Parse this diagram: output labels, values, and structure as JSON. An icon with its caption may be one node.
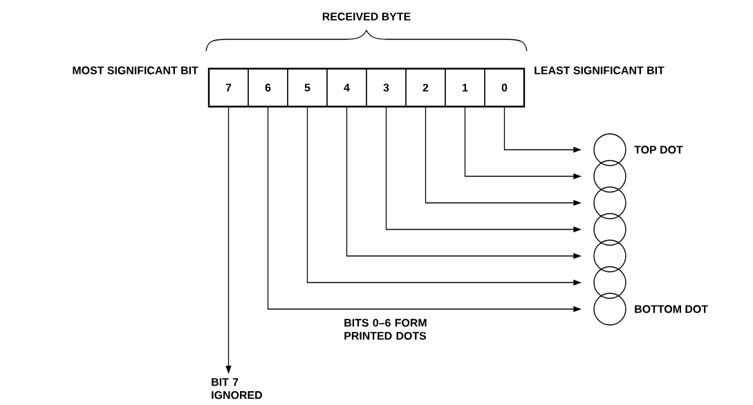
{
  "diagram": {
    "nodes": [
      {
        "text": [],
        "shape": "box"
      },
      {
        "text": [
          "7"
        ],
        "in": 0
      },
      {
        "text": [
          "6"
        ],
        "in": 0
      },
      {
        "text": [
          "5"
        ],
        "in": 0
      },
      {
        "text": [
          "4"
        ],
        "in": 0
      },
      {
        "text": [
          "3"
        ],
        "in": 0
      },
      {
        "text": [
          "2"
        ],
        "in": 0
      },
      {
        "text": [
          "1"
        ],
        "in": 0
      },
      {
        "text": [
          "0"
        ],
        "in": 0
      },
      {
        "text": [],
        "shape": "circle",
        "beside": [
          "TOP DOT"
        ]
      },
      {
        "text": [],
        "shape": "circle"
      },
      {
        "text": [],
        "shape": "circle"
      },
      {
        "text": [],
        "shape": "circle"
      },
      {
        "text": [],
        "shape": "circle"
      },
      {
        "text": [],
        "shape": "circle"
      },
      {
        "text": [],
        "shape": "circle",
        "beside": [
          "BOTTOM DOT"
        ]
      },
      {
        "text": [
          "BIT 7 IGNORED"
        ]
      }
    ],
    "edges": [
      {
        "from": 8,
        "to": 9,
        "arrow": "to"
      },
      {
        "from": 7,
        "to": 10,
        "arrow": "to"
      },
      {
        "from": 6,
        "to": 11,
        "arrow": "to"
      },
      {
        "from": 5,
        "to": 12,
        "arrow": "to"
      },
      {
        "from": 4,
        "to": 13,
        "arrow": "to"
      },
      {
        "from": 3,
        "to": 14,
        "arrow": "to"
      },
      {
        "from": 2,
        "to": 15,
        "arrow": "to"
      },
      {
        "from": 1,
        "to": 16,
        "arrow": "to"
      }
    ],
    "labels": [
      "RECEIVED BYTE",
      "MOST SIGNIFICANT BIT",
      "LEAST SIGNIFICANT BIT",
      "BITS 0–6 FORM PRINTED DOTS"
    ]
  }
}
